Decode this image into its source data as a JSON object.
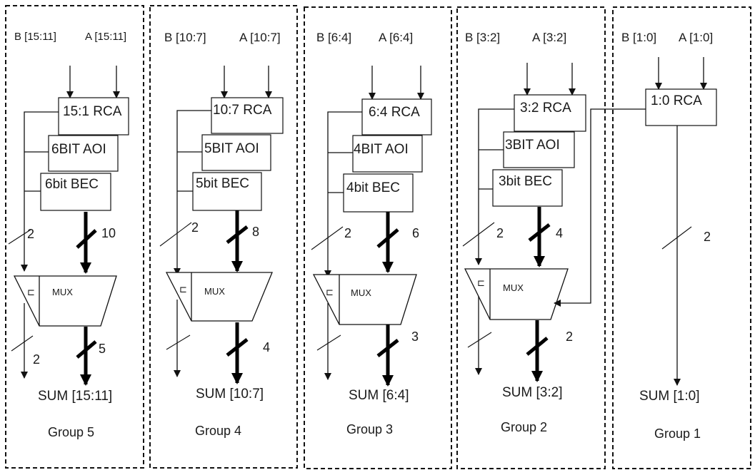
{
  "groups": [
    {
      "input_b": "B [15:11]",
      "input_a": "A [15:11]",
      "rca": "15:1 RCA",
      "aoi": "6BIT AOI",
      "bec": "6bit BEC",
      "bus_width": "10",
      "select_width": "2",
      "mux": "MUX",
      "mux_sel": "⊏",
      "sum_width": "5",
      "carry_width": "2",
      "sum": "SUM [15:11]",
      "name": "Group 5"
    },
    {
      "input_b": "B [10:7]",
      "input_a": "A [10:7]",
      "rca": "10:7 RCA",
      "aoi": "5BIT AOI",
      "bec": "5bit BEC",
      "bus_width": "8",
      "select_width": "2",
      "mux": "MUX",
      "mux_sel": "⊏",
      "sum_width": "4",
      "carry_width": "",
      "sum": "SUM [10:7]",
      "name": "Group 4"
    },
    {
      "input_b": "B [6:4]",
      "input_a": "A [6:4]",
      "rca": "6:4 RCA",
      "aoi": "4BIT AOI",
      "bec": "4bit BEC",
      "bus_width": "6",
      "select_width": "2",
      "mux": "MUX",
      "mux_sel": "⊏",
      "sum_width": "3",
      "carry_width": "",
      "sum": "SUM [6:4]",
      "name": "Group 3"
    },
    {
      "input_b": "B [3:2]",
      "input_a": "A [3:2]",
      "rca": "3:2 RCA",
      "aoi": "3BIT AOI",
      "bec": "3bit BEC",
      "bus_width": "4",
      "select_width": "2",
      "mux": "MUX",
      "mux_sel": "⊏",
      "sum_width": "2",
      "carry_width": "",
      "sum": "SUM [3:2]",
      "name": "Group 2"
    },
    {
      "input_b": "B [1:0]",
      "input_a": "A [1:0]",
      "rca": "1:0 RCA",
      "bus_width": "2",
      "sum": "SUM [1:0]",
      "name": "Group 1"
    }
  ]
}
